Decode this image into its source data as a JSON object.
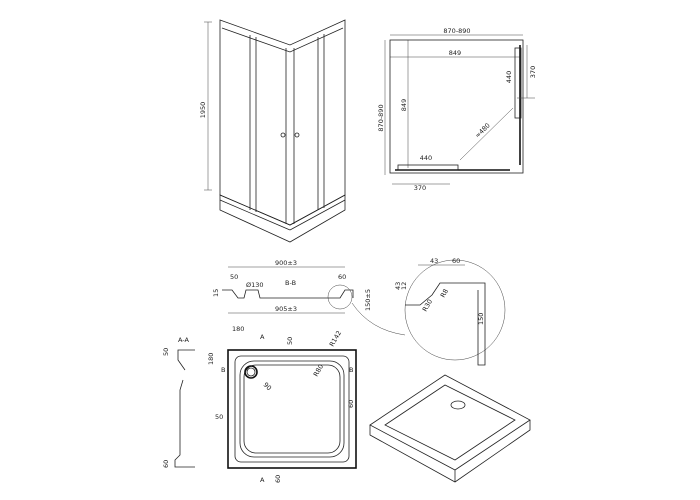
{
  "elevation": {
    "height": "1950"
  },
  "plan": {
    "width_range": "870-890",
    "depth_range": "870-890",
    "inner_w": "849",
    "inner_d": "849",
    "door_right": "440",
    "fixed_right": "370",
    "door_bottom": "440",
    "fixed_bottom": "370",
    "entry": "≈480"
  },
  "section_bb": {
    "title": "B-B",
    "top_width": "900±3",
    "bottom_width": "905±3",
    "left_rim": "50",
    "right_rim": "60",
    "drain": "Ø130",
    "height": "150±5",
    "small_left": "15"
  },
  "detail": {
    "w1": "43",
    "w2": "60",
    "h1": "43",
    "h2": "12",
    "r1": "R8",
    "r2": "R30",
    "height": "150"
  },
  "section_aa": {
    "title": "A-A",
    "top": "50",
    "bottom": "60"
  },
  "tray_plan": {
    "cut_a_offset": "180",
    "cut_label_a": "A",
    "cut_b_offset": "180",
    "cut_label_b": "B",
    "rim_top": "50",
    "rim_left": "50",
    "rim_right": "60",
    "rim_bottom": "60",
    "corner_r": "R142",
    "inner_r": "R80",
    "drain_d": "90"
  }
}
